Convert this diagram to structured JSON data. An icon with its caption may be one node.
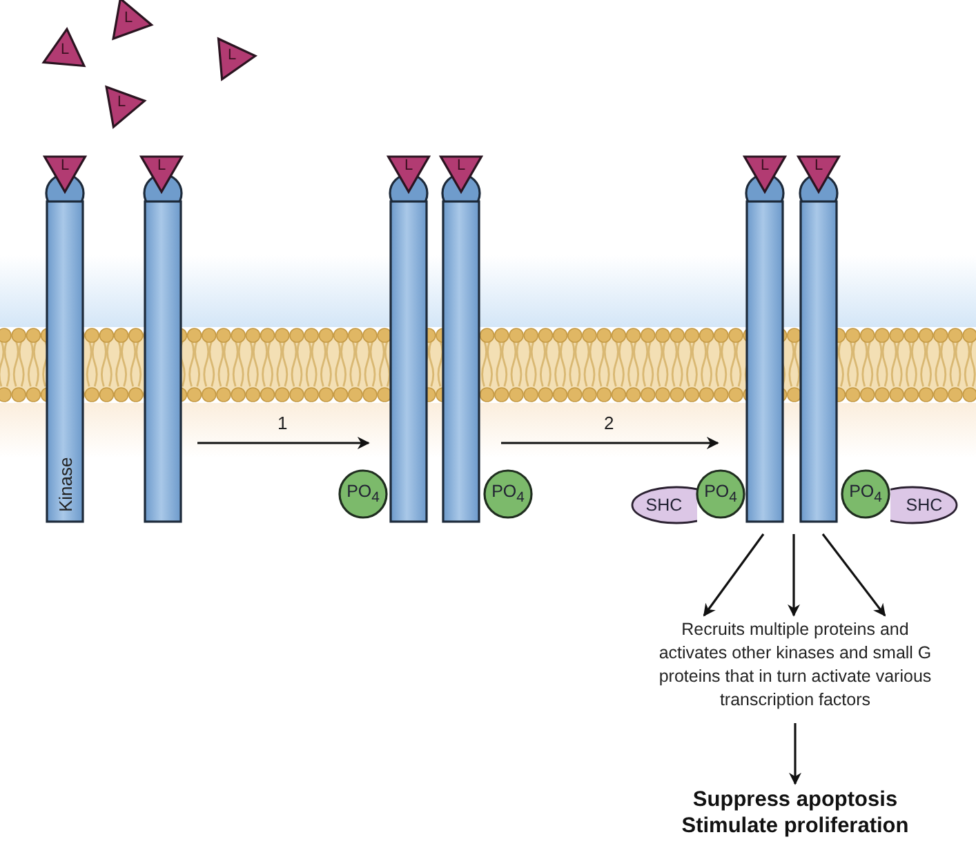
{
  "diagram": {
    "nodes": [
      {
        "text": [
          "L"
        ]
      },
      {
        "text": [
          "L"
        ]
      },
      {
        "text": [
          "L"
        ]
      },
      {
        "text": [
          "L"
        ]
      },
      {
        "text": [
          "L"
        ]
      },
      {
        "text": [
          "Kinase"
        ]
      },
      {
        "text": [
          "L"
        ]
      },
      {
        "text": [],
        "shape": "bar"
      },
      {
        "text": [
          "L"
        ]
      },
      {
        "text": [],
        "shape": "bar"
      },
      {
        "text": [
          "L"
        ]
      },
      {
        "text": [],
        "shape": "bar"
      },
      {
        "text": [
          "PO$_{4}$"
        ]
      },
      {
        "text": [
          "PO$_{4}$"
        ]
      },
      {
        "text": [
          "L"
        ]
      },
      {
        "text": [],
        "shape": "bar"
      },
      {
        "text": [
          "L"
        ]
      },
      {
        "text": [],
        "shape": "bar"
      },
      {
        "text": [
          "SHC"
        ]
      },
      {
        "text": [
          "PO$_{4}$"
        ]
      },
      {
        "text": [
          "PO$_{4}$"
        ]
      },
      {
        "text": [
          "SHC"
        ]
      },
      {
        "text": [
          "Recruits multiple proteins and activates other kinases and small G proteins that in turn activate various transcription factors"
        ]
      },
      {
        "text": [
          "Suppress apoptosis",
          "Stimulate proliferation"
        ]
      }
    ],
    "edges": [
      {
        "from": 7,
        "to": 9,
        "arrow": "to",
        "label": "1"
      },
      {
        "from": 11,
        "to": 15,
        "arrow": "to",
        "label": "2"
      },
      {
        "from": 15,
        "to": 22,
        "arrow": "to"
      },
      {
        "from": 15,
        "to": 22,
        "arrow": "to"
      },
      {
        "from": 17,
        "to": 22,
        "arrow": "to"
      },
      {
        "from": 22,
        "to": 23,
        "arrow": "to"
      }
    ]
  }
}
